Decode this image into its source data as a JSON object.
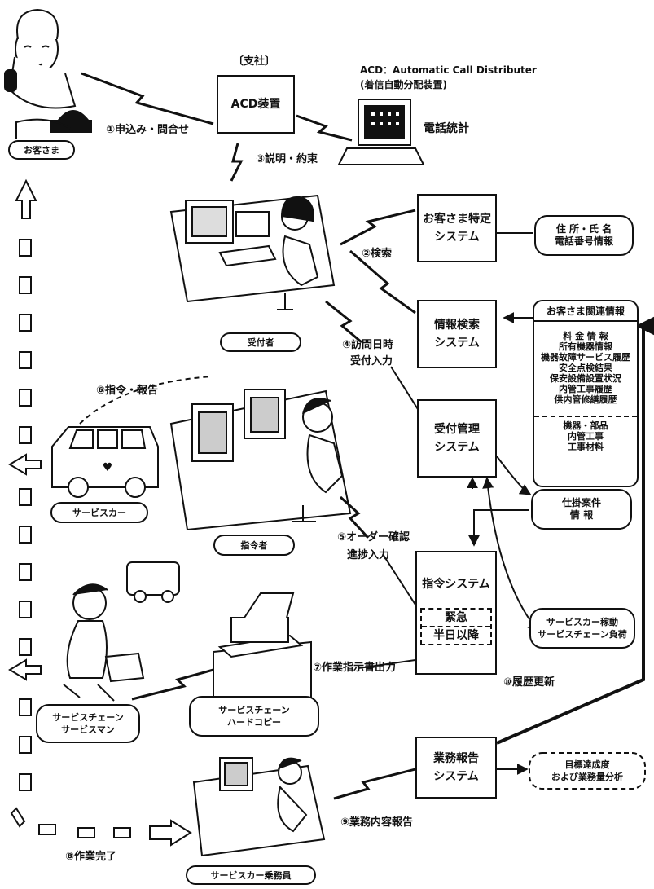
{
  "header": {
    "branch": "〔支社〕",
    "acd_definition": "ACD：Automatic Call Distributer",
    "acd_definition_ja": "(着信自動分配装置)"
  },
  "nodes": {
    "customer": "お客さま",
    "acd": "ACD装置",
    "phone_stats": "電話統計",
    "receptionist": "受付者",
    "dispatcher": "指令者",
    "service_car": "サービスカー",
    "service_chain_hardcopy": [
      "サービスチェーン",
      "ハードコピー"
    ],
    "service_chain_man": [
      "サービスチェーン",
      "サービスマン"
    ],
    "service_car_crew": "サービスカー乗務員"
  },
  "systems": {
    "customer_id": [
      "お客さま特定",
      "システム"
    ],
    "info_search": [
      "情報検索",
      "システム"
    ],
    "reception_mgmt": [
      "受付管理",
      "システム"
    ],
    "dispatch": "指令システム",
    "dispatch_urgent": "緊急",
    "dispatch_half_day": "半日以降",
    "work_report": [
      "業務報告",
      "システム"
    ]
  },
  "data_stores": {
    "address_name": [
      "住 所・氏 名",
      "電話番号情報"
    ],
    "customer_related": {
      "title": "お客さま関連情報",
      "items_top": [
        "料 金 情 報",
        "所有機器情報",
        "機器故障サービス履歴",
        "安全点検結果",
        "保安設備設置状況",
        "内管工事履歴",
        "供内管修繕履歴"
      ],
      "items_bottom": [
        "機器・部品",
        "内管工事",
        "工事材料"
      ]
    },
    "work_in_progress": [
      "仕掛案件",
      "情 報"
    ],
    "car_operation": [
      "サービスカー稼動",
      "サービスチェーン負荷"
    ],
    "target_analysis": [
      "目標達成度",
      "および業務量分析"
    ]
  },
  "steps": {
    "s1": "①申込み・問合せ",
    "s2": "②検索",
    "s3": "③説明・約束",
    "s4a": "④訪問日時",
    "s4b": "受付入力",
    "s5a": "⑤オーダー確認",
    "s5b": "進捗入力",
    "s6": "⑥指令・報告",
    "s7": "⑦作業指示書出力",
    "s8": "⑧作業完了",
    "s9": "⑨業務内容報告",
    "s10": "⑩履歴更新"
  }
}
